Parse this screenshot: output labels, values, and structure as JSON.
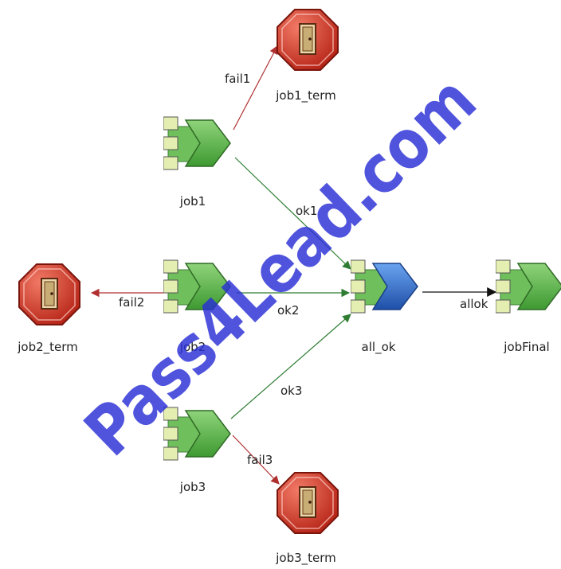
{
  "nodes": {
    "job1": {
      "label": "job1"
    },
    "job2": {
      "label": "job2"
    },
    "job3": {
      "label": "job3"
    },
    "all_ok": {
      "label": "all_ok"
    },
    "jobFinal": {
      "label": "jobFinal"
    },
    "job1_term": {
      "label": "job1_term"
    },
    "job2_term": {
      "label": "job2_term"
    },
    "job3_term": {
      "label": "job3_term"
    }
  },
  "links": {
    "fail1": "fail1",
    "fail2": "fail2",
    "fail3": "fail3",
    "ok1": "ok1",
    "ok2": "ok2",
    "ok3": "ok3",
    "allok": "allok"
  },
  "watermark": "Pass4Lead.com",
  "colors": {
    "fail_link": "#b03030",
    "ok_link": "#2e7d32",
    "final_link": "#111111",
    "job_arrow": "#5cb84a",
    "job_square": "#dde8a6",
    "allok_arrow": "#2f6fd0",
    "stop_sign": "#d32f1f",
    "watermark": "#2a2fd6"
  }
}
